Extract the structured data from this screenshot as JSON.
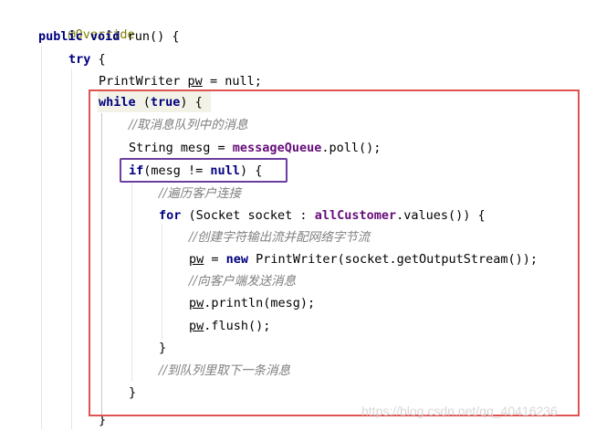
{
  "code": {
    "l0": {
      "ann": "@Override"
    },
    "l1": {
      "kw1": "public",
      "kw2": "void",
      "rest": "run() {"
    },
    "l2": {
      "kw": "try",
      "rest": " {"
    },
    "l3": {
      "type": "PrintWriter ",
      "var": "pw",
      "rest": " = null;"
    },
    "l4": {
      "kw1": "while",
      "pre": " (",
      "kw2": "true",
      "post": ") {"
    },
    "l5": {
      "comment": "//取消息队列中的消息"
    },
    "l6": {
      "pre": "String mesg = ",
      "field": "messageQueue",
      "post": ".poll();"
    },
    "l7": {
      "kw1": "if",
      "pre": "(mesg != ",
      "kw2": "null",
      "post": ") {"
    },
    "l8": {
      "comment": "//遍历客户连接"
    },
    "l9": {
      "kw": "for",
      "pre": " (Socket socket : ",
      "field": "allCustomer",
      "post": ".values()) {"
    },
    "l10": {
      "comment": "//创建字符输出流并配网络字节流"
    },
    "l11": {
      "var": "pw",
      "pre": " = ",
      "kw": "new",
      "post": " PrintWriter(socket.getOutputStream());"
    },
    "l12": {
      "comment": "//向客户端发送消息"
    },
    "l13": {
      "var": "pw",
      "post": ".println(mesg);"
    },
    "l14": {
      "var": "pw",
      "post": ".flush();"
    },
    "l15": {
      "text": "}"
    },
    "l16": {
      "comment": "//到队列里取下一条消息"
    },
    "l17": {
      "text": "}"
    },
    "l18": {
      "text": "}"
    }
  },
  "watermark": "https://blog.csdn.net/qq_40416236"
}
